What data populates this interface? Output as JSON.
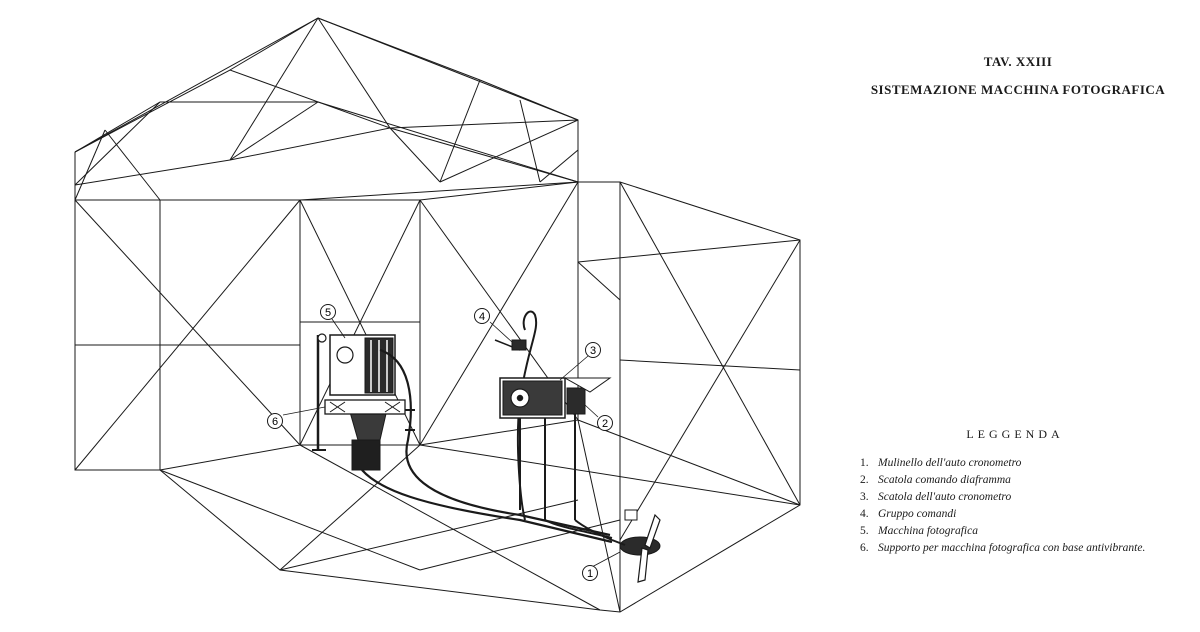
{
  "plate": {
    "number": "TAV. XXIII",
    "subtitle": "SISTEMAZIONE MACCHINA FOTOGRAFICA"
  },
  "legend": {
    "title": "LEGGENDA",
    "items": [
      {
        "num": "1.",
        "text": "Mulinello dell'auto cronometro"
      },
      {
        "num": "2.",
        "text": "Scatola comando diaframma"
      },
      {
        "num": "3.",
        "text": "Scatola dell'auto cronometro"
      },
      {
        "num": "4.",
        "text": "Gruppo comandi"
      },
      {
        "num": "5.",
        "text": "Macchina fotografica"
      },
      {
        "num": "6.",
        "text": "Supporto per macchina fotografica con base antivibrante."
      }
    ]
  },
  "callouts": [
    {
      "label": "1"
    },
    {
      "label": "2"
    },
    {
      "label": "3"
    },
    {
      "label": "4"
    },
    {
      "label": "5"
    },
    {
      "label": "6"
    }
  ],
  "colors": {
    "ink": "#1a1a1a",
    "paper": "#ffffff"
  }
}
